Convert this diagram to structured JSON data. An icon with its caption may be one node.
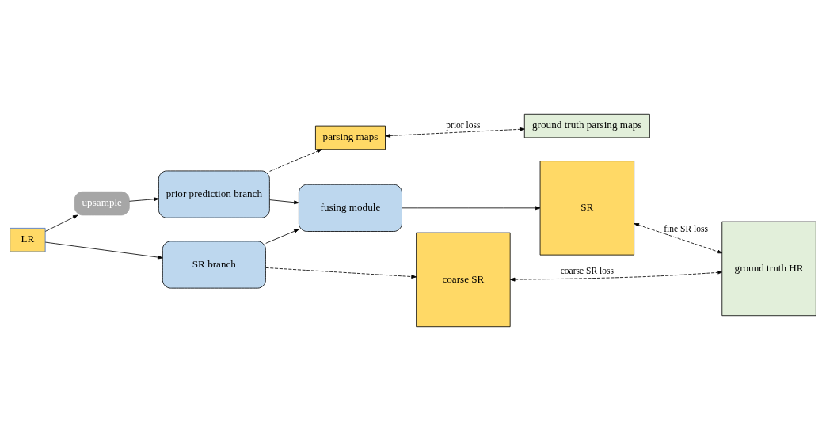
{
  "diagram": {
    "nodes": [
      {
        "text": [
          "LR"
        ]
      },
      {
        "text": [
          "upsample"
        ]
      },
      {
        "text": [
          "prior prediction branch"
        ]
      },
      {
        "text": [
          "SR branch"
        ]
      },
      {
        "text": [
          "parsing maps"
        ]
      },
      {
        "text": [
          "ground truth parsing maps"
        ]
      },
      {
        "text": [
          "fusing module"
        ]
      },
      {
        "text": [
          "SR"
        ]
      },
      {
        "text": [
          "coarse SR"
        ]
      },
      {
        "text": [
          "ground truth HR"
        ]
      }
    ],
    "edges": [
      {
        "from": 0,
        "to": 1,
        "arrow": "to"
      },
      {
        "from": 1,
        "to": 2,
        "arrow": "to"
      },
      {
        "from": 0,
        "to": 3,
        "arrow": "to"
      },
      {
        "from": 2,
        "to": 4,
        "arrow": "to",
        "style": "dashed"
      },
      {
        "from": 4,
        "to": 5,
        "arrow": "both",
        "style": "dashed",
        "label": "prior loss"
      },
      {
        "from": 2,
        "to": 6,
        "arrow": "to"
      },
      {
        "from": 3,
        "to": 6,
        "arrow": "to"
      },
      {
        "from": 6,
        "to": 7,
        "arrow": "to"
      },
      {
        "from": 3,
        "to": 8,
        "arrow": "to",
        "style": "dashed"
      },
      {
        "from": 7,
        "to": 9,
        "arrow": "both",
        "style": "dashed",
        "label": "fine SR loss"
      },
      {
        "from": 8,
        "to": 9,
        "arrow": "both",
        "style": "dashed",
        "label": "coarse SR loss"
      }
    ]
  }
}
